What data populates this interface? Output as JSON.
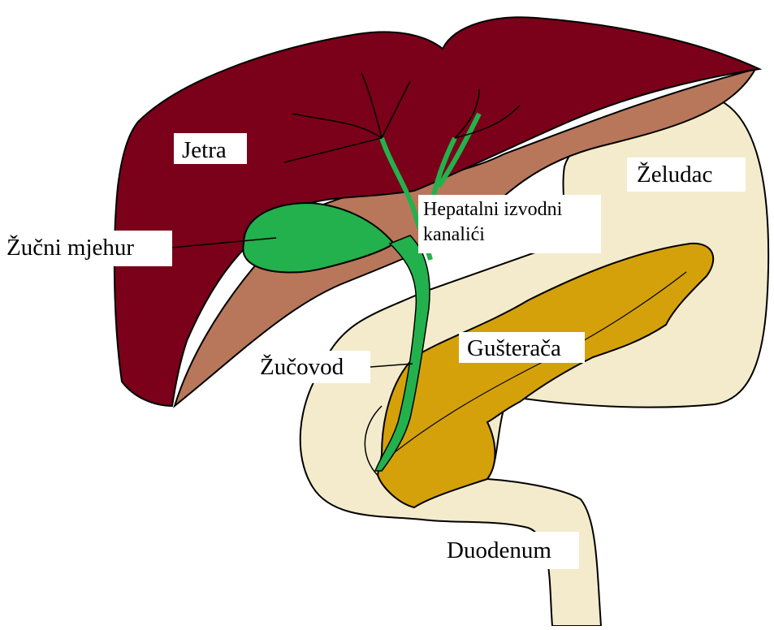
{
  "labels": {
    "jetra": "Jetra",
    "zeludac": "Želudac",
    "hepatalni_line1": "Hepatalni izvodni",
    "hepatalni_line2": "kanalići",
    "zucni_mjehur": "Žučni mjehur",
    "zucovod": "Žučovod",
    "gusteraca": "Gušterača",
    "duodenum": "Duodenum"
  },
  "colors": {
    "liver_dark": "#7b0019",
    "liver_underside": "#b8775a",
    "gallbladder": "#22b14c",
    "stomach": "#f3ebcb",
    "pancreas": "#d4a10a",
    "outline": "#000000",
    "background": "#ffffff"
  }
}
